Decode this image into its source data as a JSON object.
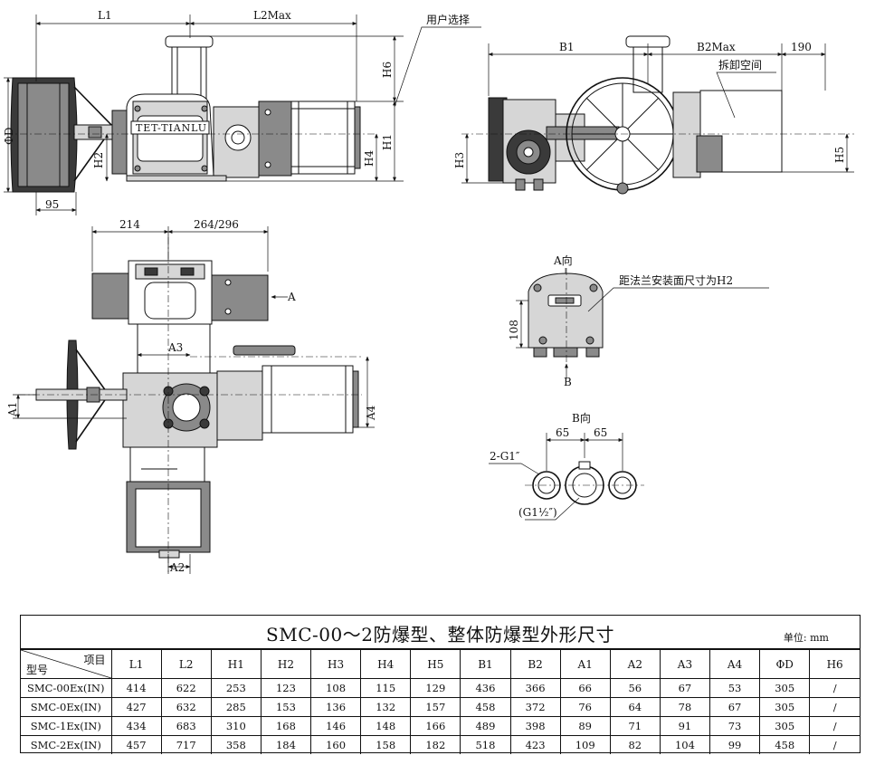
{
  "drawing": {
    "dims": {
      "L1": "L1",
      "L2Max": "L2Max",
      "H6": "H6",
      "H1": "H1",
      "H2": "H2",
      "H4": "H4",
      "PhiD": "ΦD",
      "d95": "95",
      "B1": "B1",
      "B2Max": "B2Max",
      "d190": "190",
      "H3": "H3",
      "H5": "H5",
      "d214": "214",
      "d264_296": "264/296",
      "A": "A",
      "A1": "A1",
      "A2": "A2",
      "A3": "A3",
      "A4": "A4",
      "d108": "108",
      "B": "B",
      "d65a": "65",
      "d65b": "65"
    },
    "nameplate": "TET-TIANLU",
    "user_select": "用户选择",
    "removal_space": "拆卸空间",
    "view_a": "A向",
    "flange_note": "距法兰安装面尺寸为H2",
    "view_b": "B向",
    "port_small": "2-G1″",
    "port_large": "(G1½″)"
  },
  "table": {
    "title": "SMC-00～2防爆型、整体防爆型外形尺寸",
    "unit_label": "单位:",
    "unit": "mm",
    "corner_top": "项目",
    "corner_bottom": "型号",
    "columns": [
      "L1",
      "L2",
      "H1",
      "H2",
      "H3",
      "H4",
      "H5",
      "B1",
      "B2",
      "A1",
      "A2",
      "A3",
      "A4",
      "ΦD",
      "H6"
    ],
    "rows": [
      {
        "model": "SMC-00Ex(IN)",
        "values": [
          "414",
          "622",
          "253",
          "123",
          "108",
          "115",
          "129",
          "436",
          "366",
          "66",
          "56",
          "67",
          "53",
          "305",
          "/"
        ]
      },
      {
        "model": "SMC-0Ex(IN)",
        "values": [
          "427",
          "632",
          "285",
          "153",
          "136",
          "132",
          "157",
          "458",
          "372",
          "76",
          "64",
          "78",
          "67",
          "305",
          "/"
        ]
      },
      {
        "model": "SMC-1Ex(IN)",
        "values": [
          "434",
          "683",
          "310",
          "168",
          "146",
          "148",
          "166",
          "489",
          "398",
          "89",
          "71",
          "91",
          "73",
          "305",
          "/"
        ]
      },
      {
        "model": "SMC-2Ex(IN)",
        "values": [
          "457",
          "717",
          "358",
          "184",
          "160",
          "158",
          "182",
          "518",
          "423",
          "109",
          "82",
          "104",
          "99",
          "458",
          "/"
        ]
      }
    ]
  }
}
